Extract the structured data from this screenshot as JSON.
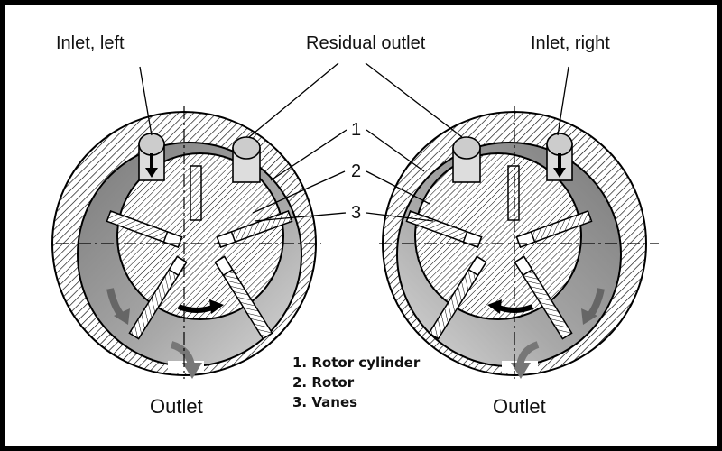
{
  "labels": {
    "inlet_left": "Inlet, left",
    "residual_outlet": "Residual outlet",
    "inlet_right": "Inlet, right",
    "outlet_left": "Outlet",
    "outlet_right": "Outlet",
    "num_1": "1",
    "num_2": "2",
    "num_3": "3"
  },
  "legend": [
    "1. Rotor cylinder",
    "2. Rotor",
    "3. Vanes"
  ],
  "colors": {
    "frame": "#000000",
    "background": "#ffffff",
    "chamber_light": "#d4d4d4",
    "chamber_dark": "#8a8a8a",
    "outline": "#000000"
  }
}
